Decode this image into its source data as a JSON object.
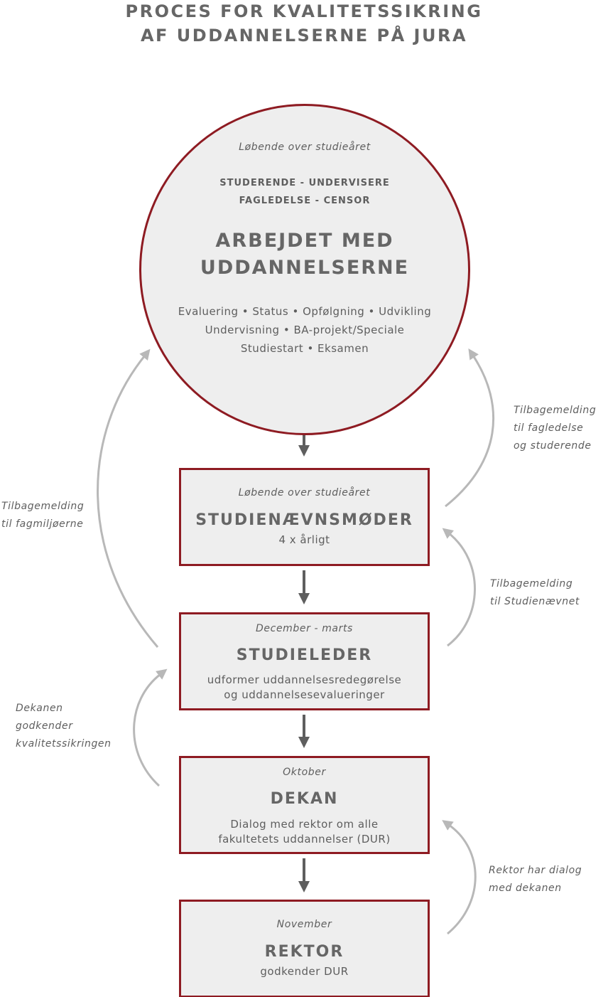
{
  "title": [
    "PROCES FOR KVALITETSSIKRING",
    "AF UDDANNELSERNE PÅ JURA"
  ],
  "colors": {
    "border": "#8e1b22",
    "fill": "#eeeeee",
    "arrow_dark": "#5e5e5e",
    "arrow_light": "#b8b8b8"
  },
  "circle": {
    "period": "Løbende over studieåret",
    "participants": [
      "STUDERENDE - UNDERVISERE",
      "FAGLEDELSE - CENSOR"
    ],
    "heading": [
      "ARBEJDET MED",
      "UDDANNELSERNE"
    ],
    "topics": [
      "Evaluering • Status • Opfølgning • Udvikling",
      "Undervisning • BA-projekt/Speciale",
      "Studiestart • Eksamen"
    ]
  },
  "boxes": [
    {
      "period": "Løbende over studieåret",
      "heading": "STUDIENÆVNSMØDER",
      "desc": [
        "4 x årligt"
      ]
    },
    {
      "period": "December - marts",
      "heading": "STUDIELEDER",
      "desc": [
        "udformer uddannelsesredegørelse",
        "og uddannelsesevalueringer"
      ]
    },
    {
      "period": "Oktober",
      "heading": "DEKAN",
      "desc": [
        "Dialog med rektor om alle",
        "fakultetets uddannelser (DUR)"
      ]
    },
    {
      "period": "November",
      "heading": "REKTOR",
      "desc": [
        "godkender DUR"
      ]
    }
  ],
  "feedback_labels": {
    "fagledelse": [
      "Tilbagemelding",
      "til fagledelse",
      "og studerende"
    ],
    "fagmiljoerne": [
      "Tilbagemelding",
      "til fagmiljøerne"
    ],
    "studienaevnet": [
      "Tilbagemelding",
      "til Studienævnet"
    ],
    "dekanen": [
      "Dekanen",
      "godkender",
      "kvalitetssikringen"
    ],
    "rektor": [
      "Rektor har dialog",
      "med dekanen"
    ]
  }
}
